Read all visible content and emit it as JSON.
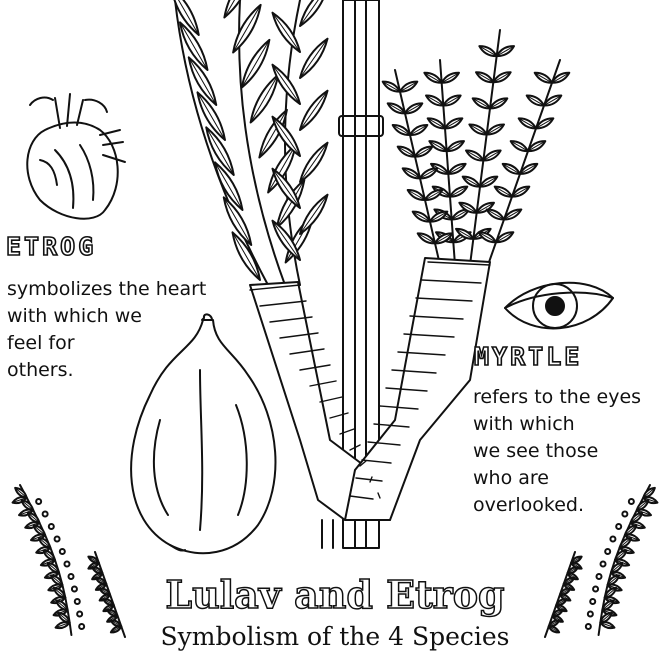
{
  "etrog": {
    "heading": "ETROG",
    "lines": [
      "symbolizes the heart",
      "with which we",
      "feel for",
      "others."
    ]
  },
  "myrtle": {
    "heading": "MYRTLE",
    "lines": [
      "refers to the eyes",
      "with which",
      "we see those",
      "who are",
      "overlooked."
    ]
  },
  "title": {
    "main": "Lulav and Etrog",
    "subtitle": "Symbolism of the 4 Species"
  },
  "colors": {
    "ink": "#111111",
    "paper": "#ffffff"
  },
  "icons": [
    "heart-icon",
    "eye-icon",
    "etrog-fruit",
    "lulav-bundle",
    "laurel-branch-left",
    "laurel-branch-right"
  ]
}
